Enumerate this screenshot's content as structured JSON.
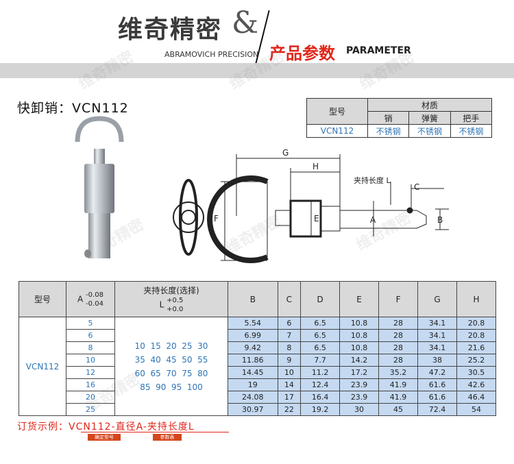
{
  "header": {
    "brand_cn": "维奇精密",
    "amp": "&",
    "brand_en": "ABRAMOVICH PRECISION",
    "section_cn": "产品参数",
    "section_en": "PARAMETER"
  },
  "product_title": "快卸销：VCN112",
  "material_table": {
    "model_label": "型号",
    "material_label": "材质",
    "cols": [
      "销",
      "弹簧",
      "把手"
    ],
    "model": "VCN112",
    "values": [
      "不锈钢",
      "不锈钢",
      "不锈钢"
    ]
  },
  "drawing": {
    "labels": {
      "G": "G",
      "H": "H",
      "C": "C",
      "F": "F",
      "E": "E",
      "A": "A",
      "B": "B",
      "L": "夹持长度 L"
    }
  },
  "dim_table": {
    "headers": {
      "model": "型号",
      "a_label": "A",
      "a_tol_top": "-0.08",
      "a_tol_bottom": "-0.04",
      "l_title": "夹持长度(选择)",
      "l_label": "L",
      "l_tol_top": "+0.5",
      "l_tol_bottom": "+0.0",
      "cols": [
        "B",
        "C",
        "D",
        "E",
        "F",
        "G",
        "H"
      ]
    },
    "model": "VCN112",
    "a_values": [
      "5",
      "6",
      "8",
      "10",
      "12",
      "16",
      "20",
      "25"
    ],
    "l_options": [
      "10  15  20  25  30",
      "35  40  45  50  55",
      "60  65  70  75  80",
      "85  90  95  100"
    ],
    "rows": [
      [
        "5.54",
        "6",
        "6.5",
        "10.8",
        "28",
        "34.1",
        "20.8"
      ],
      [
        "6.99",
        "7",
        "6.5",
        "10.8",
        "28",
        "34.1",
        "20.8"
      ],
      [
        "9.42",
        "8",
        "6.5",
        "10.8",
        "28",
        "34.1",
        "21.6"
      ],
      [
        "11.86",
        "9",
        "7.7",
        "14.2",
        "28",
        "38",
        "25.2"
      ],
      [
        "14.45",
        "10",
        "11.2",
        "17.2",
        "35.2",
        "47.2",
        "30.5"
      ],
      [
        "19",
        "14",
        "12.4",
        "23.9",
        "41.9",
        "61.6",
        "42.6"
      ],
      [
        "24.08",
        "17",
        "16.4",
        "23.9",
        "41.9",
        "61.6",
        "46.4"
      ],
      [
        "30.97",
        "22",
        "19.2",
        "30",
        "45",
        "72.4",
        "54"
      ]
    ]
  },
  "order_example": {
    "text": "订货示例：VCN112-直径A-夹持长度L",
    "badge1": "确定型号",
    "badge2": "参数表"
  },
  "watermark": "维奇精密"
}
